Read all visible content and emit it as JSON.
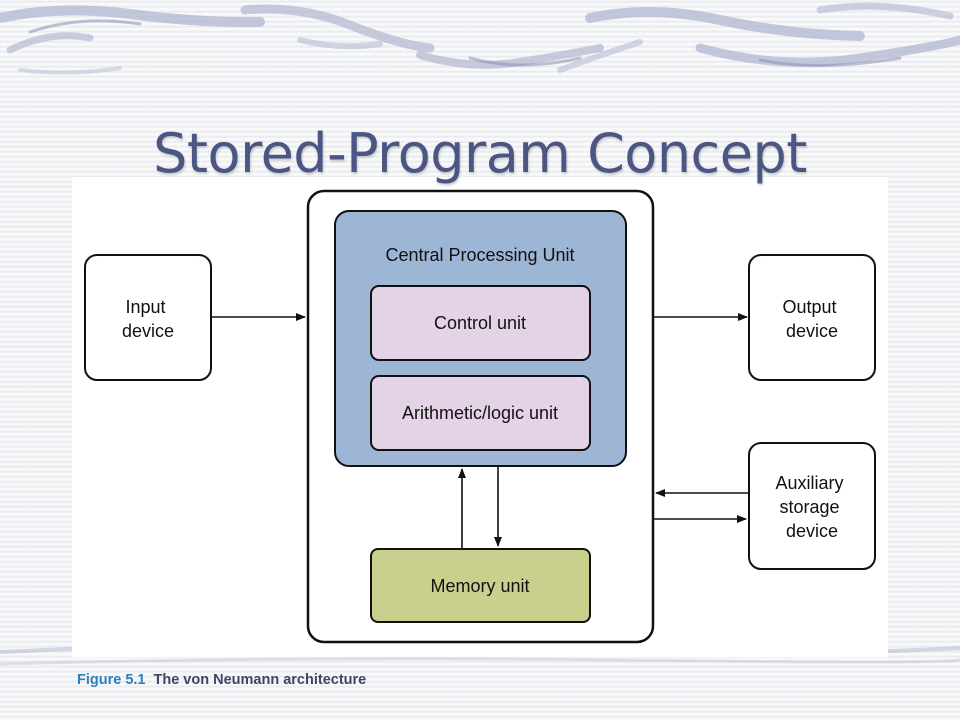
{
  "slide": {
    "title": "Stored-Program Concept"
  },
  "diagram": {
    "input_device": [
      "Input",
      "device"
    ],
    "output_device": [
      "Output",
      "device"
    ],
    "auxiliary_storage": [
      "Auxiliary",
      "storage",
      "device"
    ],
    "cpu_label": "Central Processing Unit",
    "control_unit": "Control unit",
    "alu": "Arithmetic/logic unit",
    "memory_unit": "Memory unit"
  },
  "caption": {
    "figure_number": "Figure 5.1",
    "text": "The von Neumann architecture"
  },
  "colors": {
    "title": "#4b5684",
    "cpu_fill": "#9db6d6",
    "inner_unit_fill": "#e4d3e6",
    "memory_fill": "#c9d08e",
    "caption_number": "#2f7fb8"
  }
}
